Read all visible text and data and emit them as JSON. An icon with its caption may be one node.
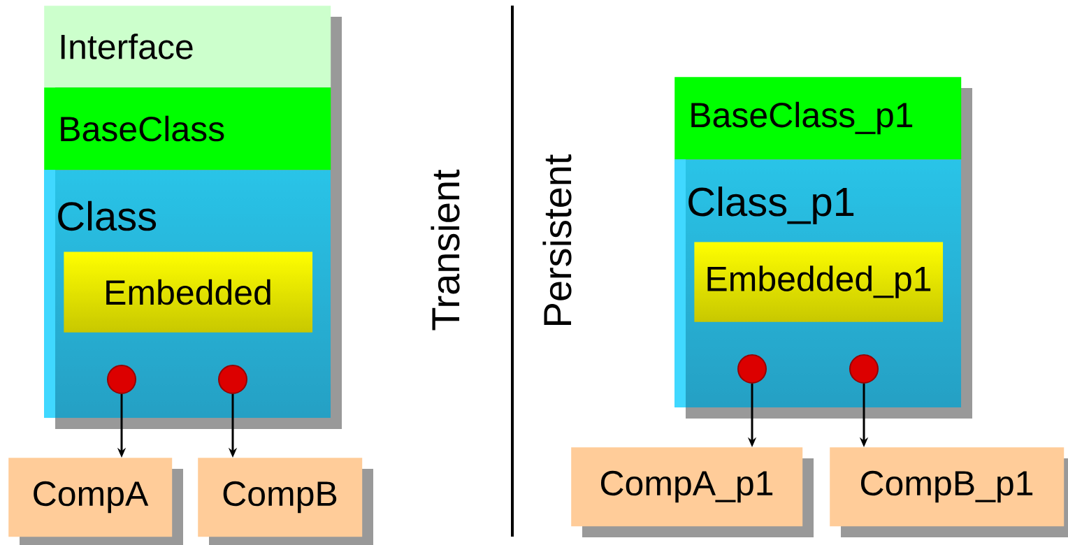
{
  "diagram": {
    "nodes": [
      {
        "text": [
          "Interface"
        ]
      },
      {
        "text": [
          "BaseClass"
        ]
      },
      {
        "text": [
          "Class"
        ]
      },
      {
        "text": [
          "Embedded"
        ],
        "in": 2
      },
      {
        "text": [],
        "shape": "circle",
        "in": 2
      },
      {
        "text": [],
        "shape": "circle",
        "in": 2
      },
      {
        "text": [
          "CompA"
        ]
      },
      {
        "text": [
          "CompB"
        ]
      },
      {
        "text": [
          "BaseClass_p1"
        ]
      },
      {
        "text": [
          "Class_p1"
        ]
      },
      {
        "text": [
          "Embedded_p1"
        ],
        "in": 9
      },
      {
        "text": [],
        "shape": "circle",
        "in": 9
      },
      {
        "text": [],
        "shape": "circle",
        "in": 9
      },
      {
        "text": [
          "CompA_p1"
        ]
      },
      {
        "text": [
          "CompB_p1"
        ]
      }
    ],
    "edges": [
      {
        "from": 4,
        "to": 6,
        "arrow": "to"
      },
      {
        "from": 5,
        "to": 7,
        "arrow": "to"
      },
      {
        "from": 11,
        "to": 13,
        "arrow": "to"
      },
      {
        "from": 12,
        "to": 14,
        "arrow": "to"
      }
    ],
    "labels": [
      "Transient",
      "Persistent"
    ]
  }
}
